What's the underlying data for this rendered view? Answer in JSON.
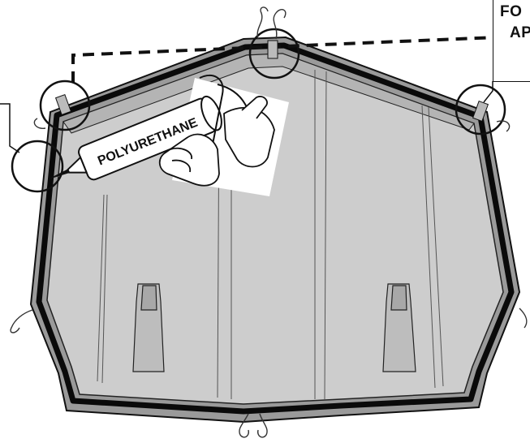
{
  "callout_top_right": {
    "line1": "FO",
    "line2": "AP"
  },
  "caulk_gun": {
    "tube_label": "POLYURETHANE"
  },
  "colors": {
    "panel_fill": "#cfcfcf",
    "panel_edge": "#111111",
    "seal_bead": "#0a0a0a",
    "paper_bg": "#ffffff"
  },
  "icons": [
    "caulk-gun-icon",
    "hand-icon",
    "tape-strip-icon",
    "magnifier-circle-icon"
  ]
}
